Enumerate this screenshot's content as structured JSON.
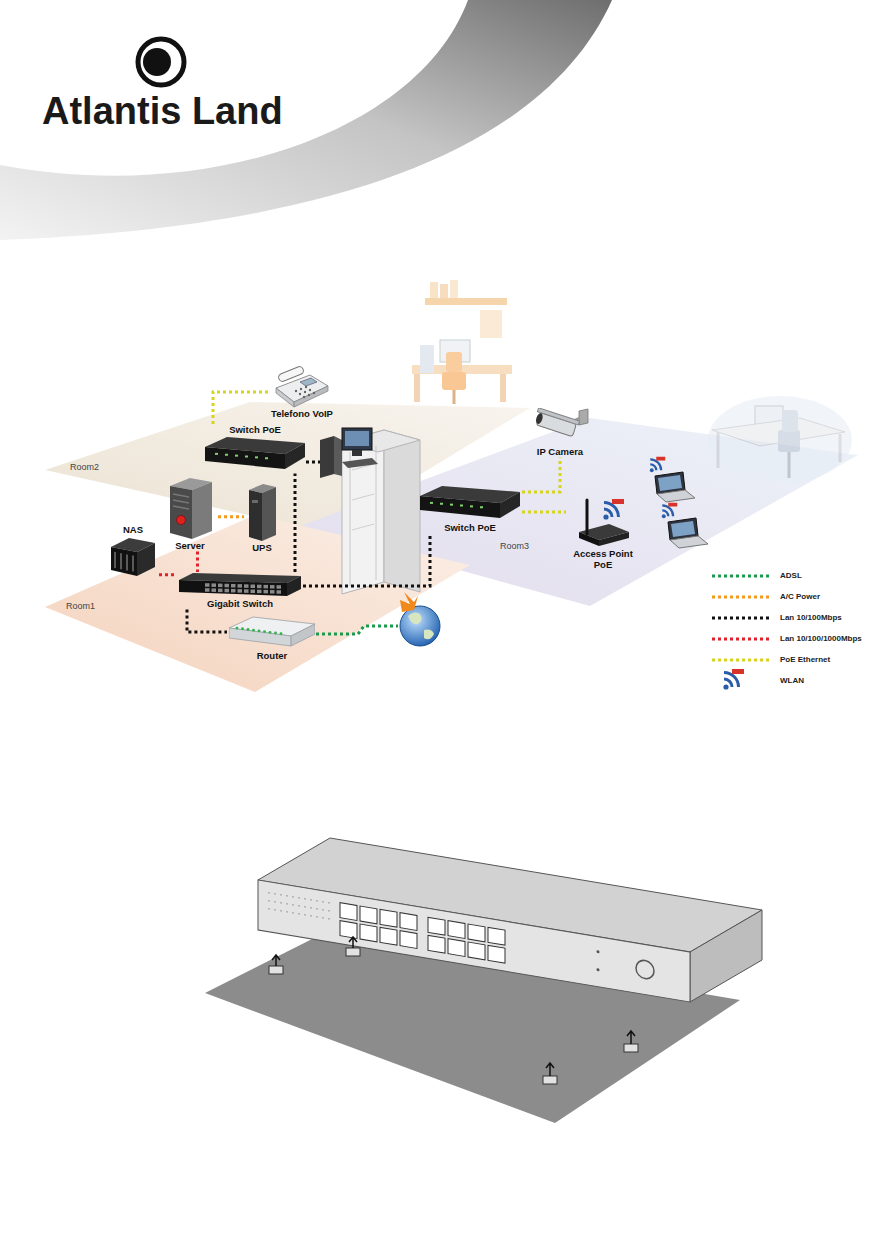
{
  "diagram": {
    "nodes": [
      {
        "text": [
          "Room2"
        ]
      },
      {
        "text": [
          "Telefono VoIP"
        ],
        "in": 0
      },
      {
        "text": [
          "Switch PoE"
        ],
        "in": 0
      },
      {
        "text": [
          "Room3"
        ]
      },
      {
        "text": [
          "IP Camera"
        ],
        "in": 3
      },
      {
        "text": [
          "Switch PoE"
        ],
        "in": 3
      },
      {
        "text": [
          "Access Point PoE"
        ],
        "in": 3
      },
      {
        "text": [
          "Room1"
        ]
      },
      {
        "text": [
          "Server"
        ],
        "in": 7
      },
      {
        "text": [
          "UPS"
        ],
        "in": 7
      },
      {
        "text": [
          "NAS"
        ],
        "in": 7
      },
      {
        "text": [
          "Gigabit Switch"
        ],
        "in": 7
      },
      {
        "text": [
          "Router"
        ],
        "in": 7
      }
    ],
    "edges": [
      {
        "from": 10,
        "to": 11,
        "arrow": "none"
      },
      {
        "from": 8,
        "to": 11,
        "arrow": "none"
      },
      {
        "from": 8,
        "to": 9,
        "arrow": "none"
      },
      {
        "from": 11,
        "to": 12,
        "arrow": "none"
      },
      {
        "from": 11,
        "to": 2,
        "arrow": "none"
      },
      {
        "from": 11,
        "to": 5,
        "arrow": "none"
      },
      {
        "from": 2,
        "to": 1,
        "arrow": "none"
      },
      {
        "from": 5,
        "to": 4,
        "arrow": "none"
      },
      {
        "from": 5,
        "to": 6,
        "arrow": "none"
      }
    ],
    "labels": [
      "Atlantis Land"
    ],
    "legend": [
      {
        "text": "ADSL"
      },
      {
        "text": "A/C Power"
      },
      {
        "text": "Lan 10/100Mbps"
      },
      {
        "text": "Lan 10/100/1000Mbps"
      },
      {
        "text": "PoE Ethernet"
      },
      {
        "text": "WLAN"
      }
    ]
  }
}
